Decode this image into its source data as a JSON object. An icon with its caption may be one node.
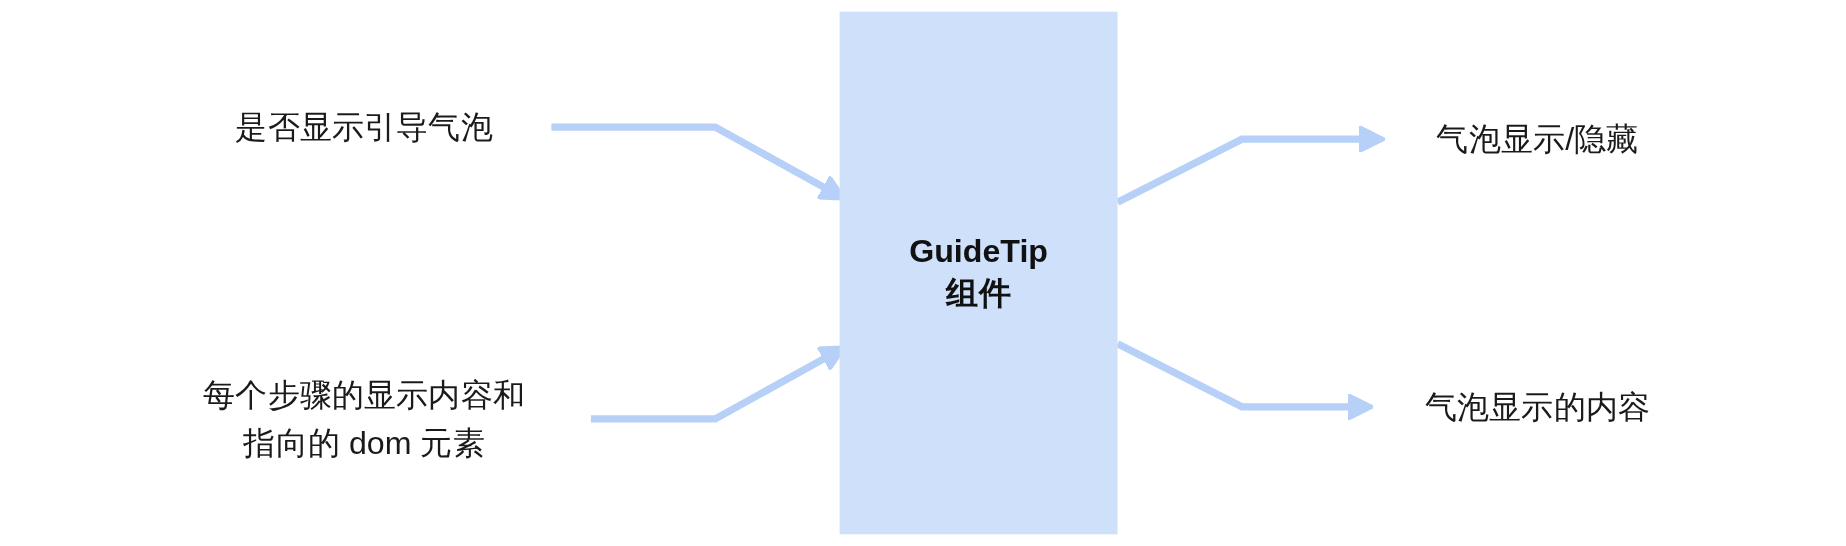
{
  "diagram": {
    "nodes": [
      {
        "text": [
          "是否显示引导气泡"
        ]
      },
      {
        "text": [
          "每个步骤的显示内容和指向的 dom 元素"
        ]
      },
      {
        "text": [
          "GuideTip组件"
        ]
      },
      {
        "text": [
          "气泡显示/隐藏"
        ]
      },
      {
        "text": [
          "气泡显示的内容"
        ]
      }
    ],
    "edges": [
      {
        "from": 0,
        "to": 2,
        "arrow": "to"
      },
      {
        "from": 1,
        "to": 2,
        "arrow": "to"
      },
      {
        "from": 2,
        "to": 3,
        "arrow": "to"
      },
      {
        "from": 2,
        "to": 4,
        "arrow": "to"
      }
    ]
  }
}
